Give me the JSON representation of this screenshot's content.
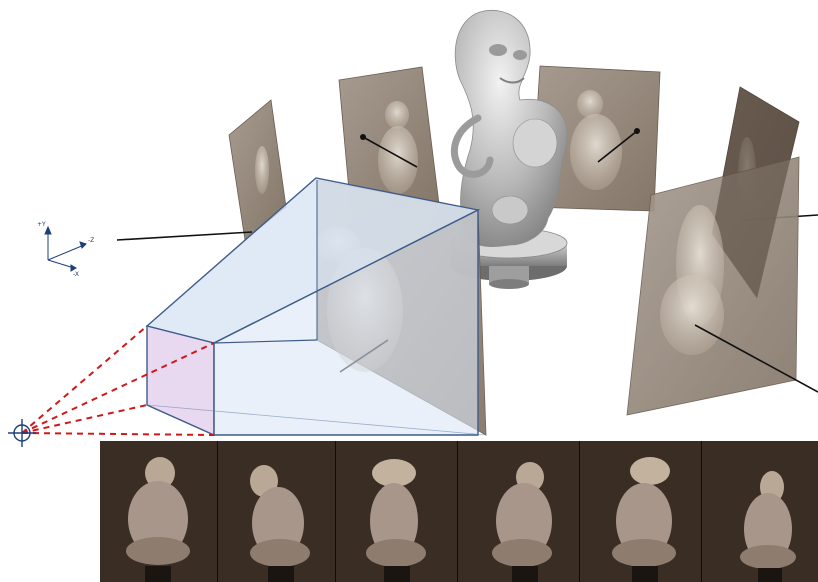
{
  "figure": {
    "axis_labels": {
      "y": "+Y",
      "z": "-Z",
      "x": "-X"
    },
    "camera_views_in_ring": 6,
    "photo_strip_count": 6,
    "colors": {
      "frustum_fill": "#dbe6f5",
      "frustum_edge": "#3e5b8a",
      "near_plane_fill": "#e6d4ee",
      "ray": "#d0181b",
      "model": "#bdbdbd",
      "photo_bg": "#2a211c",
      "print_plane": "#8f8276"
    },
    "icons": [
      "camera-center-icon",
      "axis-gizmo-icon"
    ]
  }
}
